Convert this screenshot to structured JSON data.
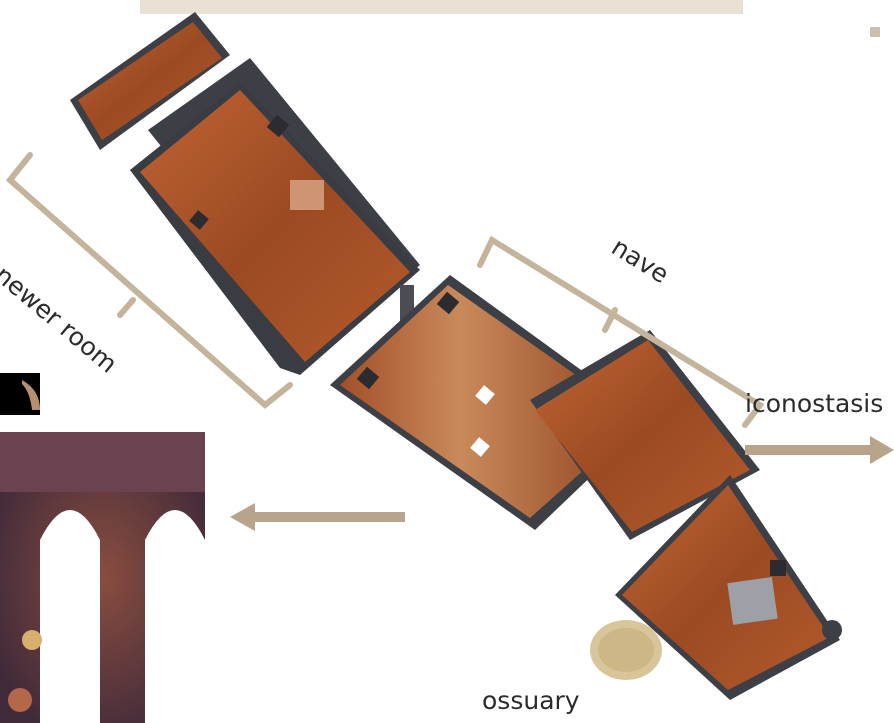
{
  "labels": {
    "newer_room": "newer room",
    "nave": "nave",
    "iconostasis": "iconostasis",
    "ossuary": "ossuary"
  },
  "colors": {
    "wood": "#a4512a",
    "wood_dark": "#6f3116",
    "outline": "#3d3f46",
    "bracket": "#c4b49c",
    "arrow": "#b8a48a",
    "title_bar": "#e8e1d3",
    "bullet": "#c9bfb0"
  }
}
